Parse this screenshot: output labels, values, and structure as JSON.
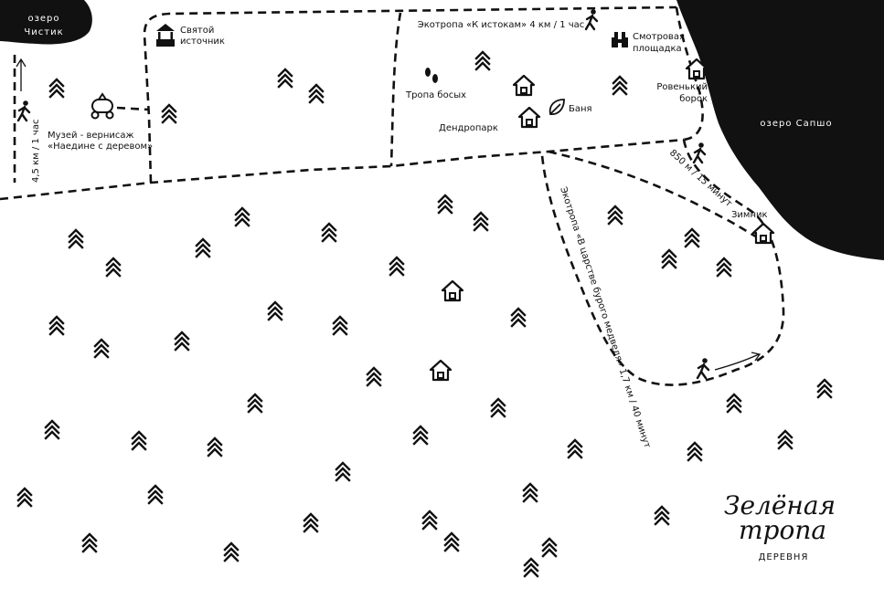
{
  "lakes": {
    "chistik": "озеро\nЧистик",
    "sapsho": "озеро Сапшо"
  },
  "places": {
    "museum": "Музей - вернисаж\n«Наедине с деревом»",
    "spring": "Святой\nисточник",
    "barefoot": "Тропа босых",
    "dendropark": "Дендропарк",
    "banya": "Баня",
    "lookout": "Смотровая\nплощадка",
    "rovenky": "Ровенький\nборок",
    "zimnik": "Зимник"
  },
  "trails": {
    "to_sources": "Экотропа «К истокам» 4 км / 1 час",
    "distance_left": "4,5 км / 1 час",
    "distance_right": "850 м / 15 минут",
    "bear_kingdom": "Экотропа «В царстве бурого медведя» 1,7 км / 40 минут"
  },
  "logo": {
    "line1": "Зелёная",
    "line2": "тропа",
    "sub": "ДЕРЕВНЯ"
  },
  "colors": {
    "ink": "#111111",
    "paper": "#ffffff"
  },
  "icons": [
    "walker-icon",
    "house-icon",
    "well-icon",
    "footprints-icon",
    "leaf-icon",
    "binoculars-icon",
    "carriage-icon",
    "tree-icon",
    "arrow-icon"
  ]
}
